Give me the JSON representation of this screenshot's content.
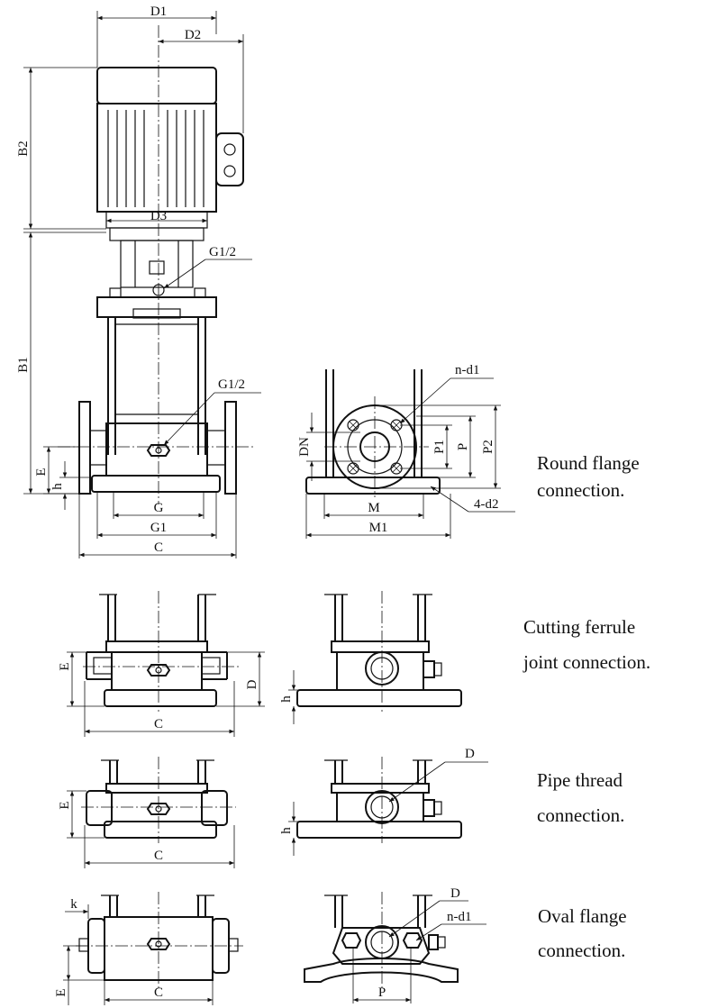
{
  "views": {
    "main": {
      "d1": "D1",
      "d2": "D2",
      "d3": "D3",
      "b2": "B2",
      "b1": "B1",
      "g_top": "G1/2",
      "g_mid": "G1/2",
      "e": "E",
      "h": "h",
      "g": "G",
      "g1": "G1",
      "c": "C"
    },
    "round_side": {
      "dn": "DN",
      "nd1": "n-d1",
      "p1": "P1",
      "p": "P",
      "p2": "P2",
      "m": "M",
      "m1": "M1",
      "d2x4": "4-d2"
    },
    "cutting": {
      "e": "E",
      "d": "D",
      "c": "C",
      "h": "h"
    },
    "pipe": {
      "e": "E",
      "c": "C",
      "h": "h",
      "d": "D"
    },
    "oval": {
      "k": "k",
      "e": "E",
      "c": "C",
      "d": "D",
      "nd1": "n-d1",
      "p": "P"
    }
  },
  "captions": {
    "round_1": "Round flange",
    "round_2": "connection.",
    "cutting_1": "Cutting ferrule",
    "cutting_2": "joint connection.",
    "pipe_1": "Pipe thread",
    "pipe_2": "connection.",
    "oval_1": "Oval flange",
    "oval_2": "connection."
  }
}
